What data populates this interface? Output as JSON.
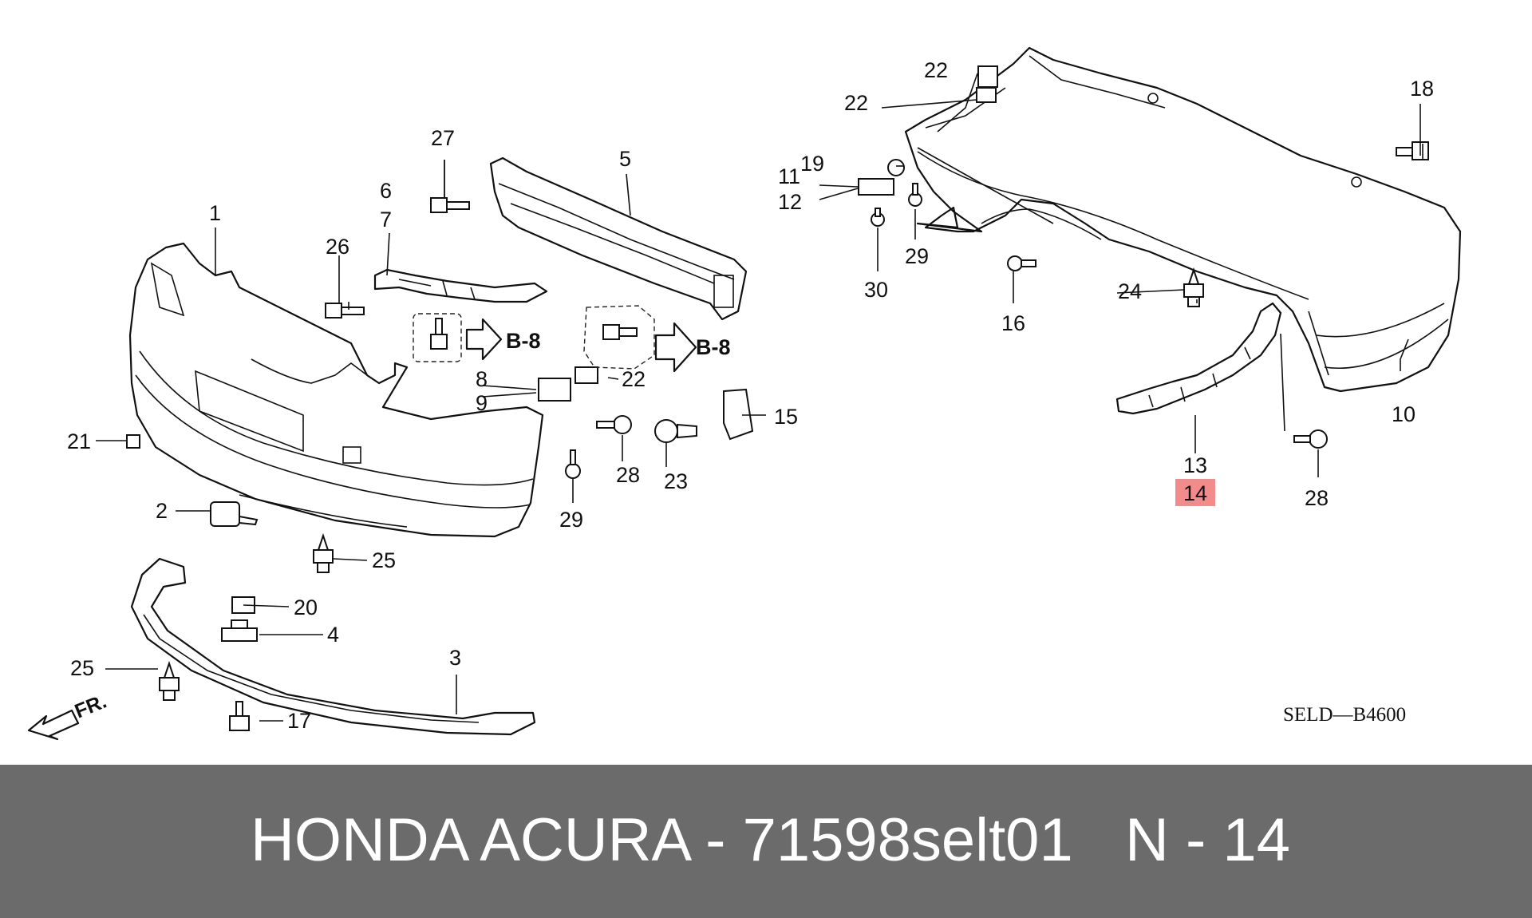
{
  "diagram": {
    "callouts": [
      "1",
      "2",
      "3",
      "4",
      "5",
      "6",
      "7",
      "8",
      "9",
      "10",
      "11",
      "12",
      "13",
      "14",
      "15",
      "16",
      "17",
      "18",
      "19",
      "20",
      "21",
      "22",
      "22",
      "22",
      "23",
      "24",
      "25",
      "25",
      "26",
      "27",
      "28",
      "28",
      "29",
      "29",
      "30"
    ],
    "highlight_callout": "14",
    "highlight_color": "#f28c8c",
    "reference_label": "B-8",
    "diagram_code": "SELD—B4600",
    "direction_label": "FR."
  },
  "caption": {
    "title": "HONDA ACURA - 71598selt01",
    "part_number": "N - 14",
    "bar_color": "#6b6b6b"
  }
}
